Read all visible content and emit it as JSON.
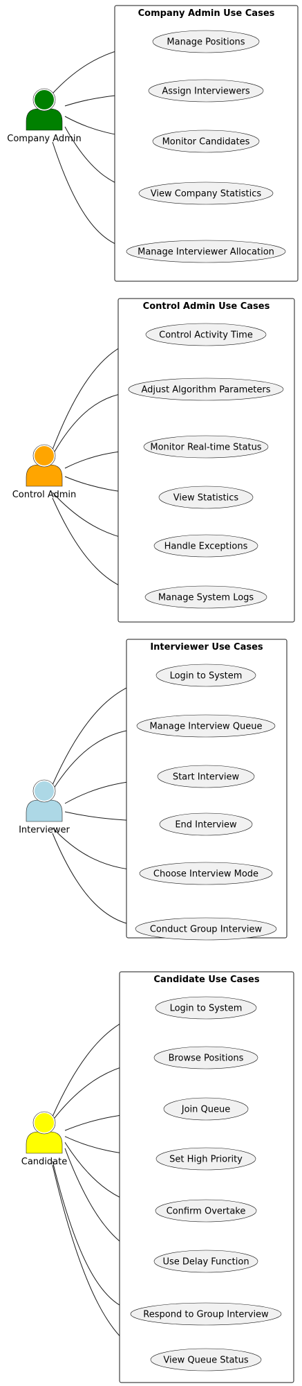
{
  "diagram": {
    "groups": [
      {
        "id": "company",
        "title": "Company Admin Use Cases",
        "actor": {
          "name": "Company Admin",
          "color": "#008000"
        },
        "use_cases": [
          "Manage Positions",
          "Assign Interviewers",
          "Monitor Candidates",
          "View Company Statistics",
          "Manage Interviewer Allocation"
        ]
      },
      {
        "id": "control",
        "title": "Control Admin Use Cases",
        "actor": {
          "name": "Control Admin",
          "color": "#FFA500"
        },
        "use_cases": [
          "Control Activity Time",
          "Adjust Algorithm Parameters",
          "Monitor Real-time Status",
          "View Statistics",
          "Handle Exceptions",
          "Manage System Logs"
        ]
      },
      {
        "id": "interviewer",
        "title": "Interviewer Use Cases",
        "actor": {
          "name": "Interviewer",
          "color": "#ADD8E6"
        },
        "use_cases": [
          "Login to System",
          "Manage Interview Queue",
          "Start Interview",
          "End Interview",
          "Choose Interview Mode",
          "Conduct Group Interview"
        ]
      },
      {
        "id": "candidate",
        "title": "Candidate Use Cases",
        "actor": {
          "name": "Candidate",
          "color": "#FFFF00"
        },
        "use_cases": [
          "Login to System",
          "Browse Positions",
          "Join Queue",
          "Set High Priority",
          "Confirm Overtake",
          "Use Delay Function",
          "Respond to Group Interview",
          "View Queue Status"
        ]
      }
    ]
  }
}
